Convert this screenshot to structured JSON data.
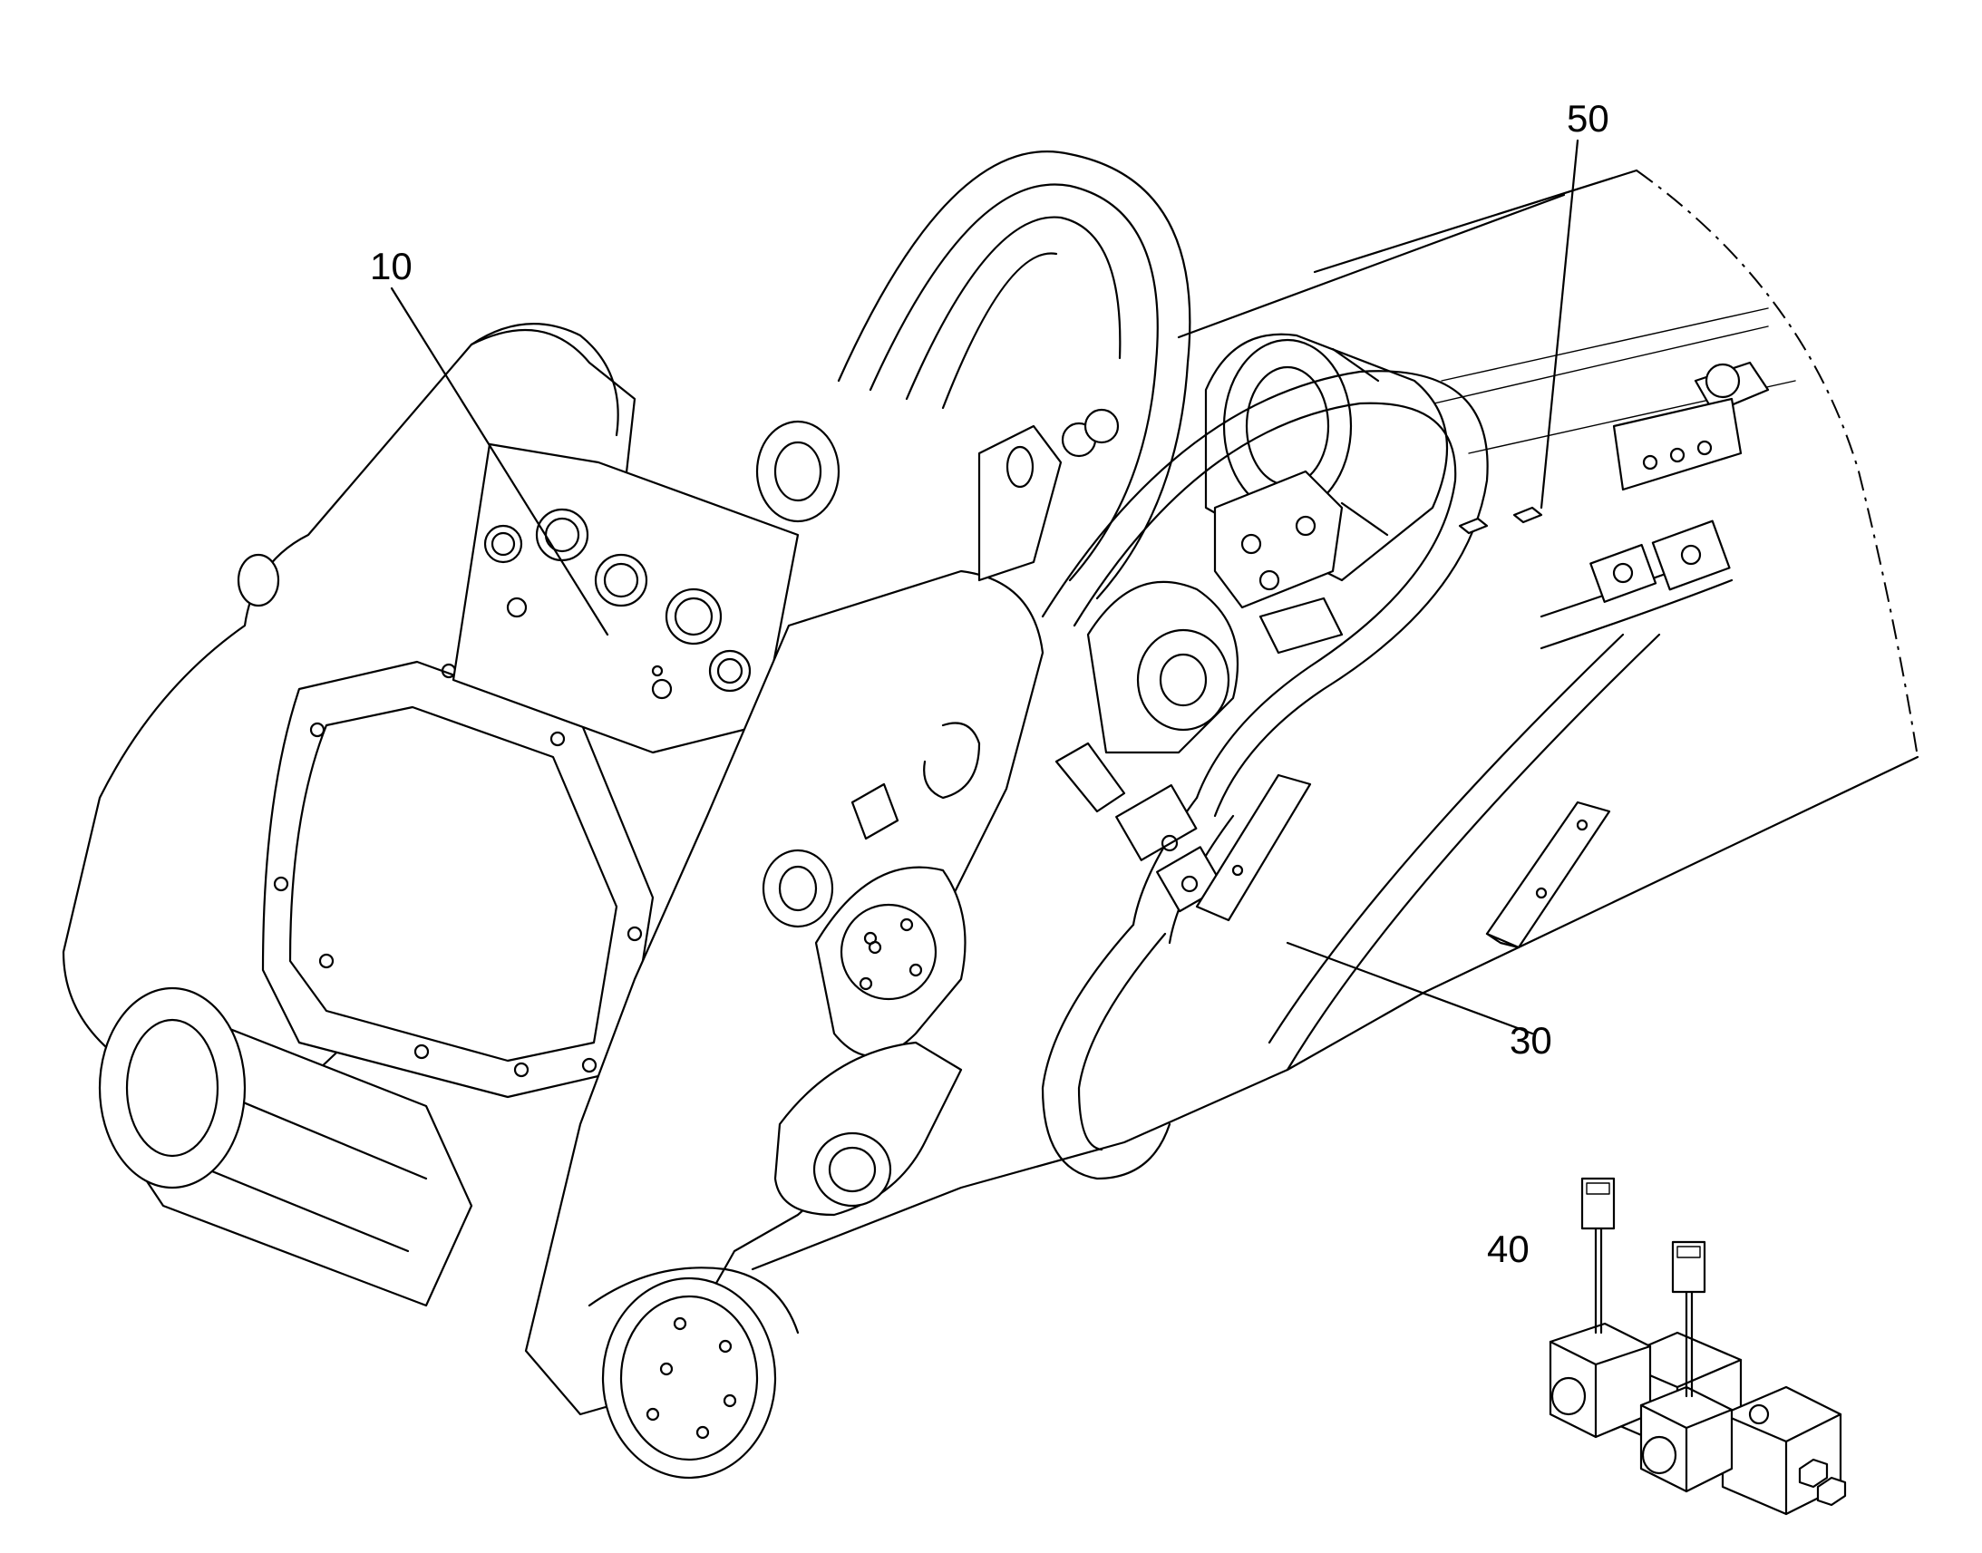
{
  "callouts": {
    "c10": "10",
    "c30": "30",
    "c40": "40",
    "c50": "50"
  },
  "colors": {
    "line": "#000000",
    "background": "#ffffff"
  }
}
